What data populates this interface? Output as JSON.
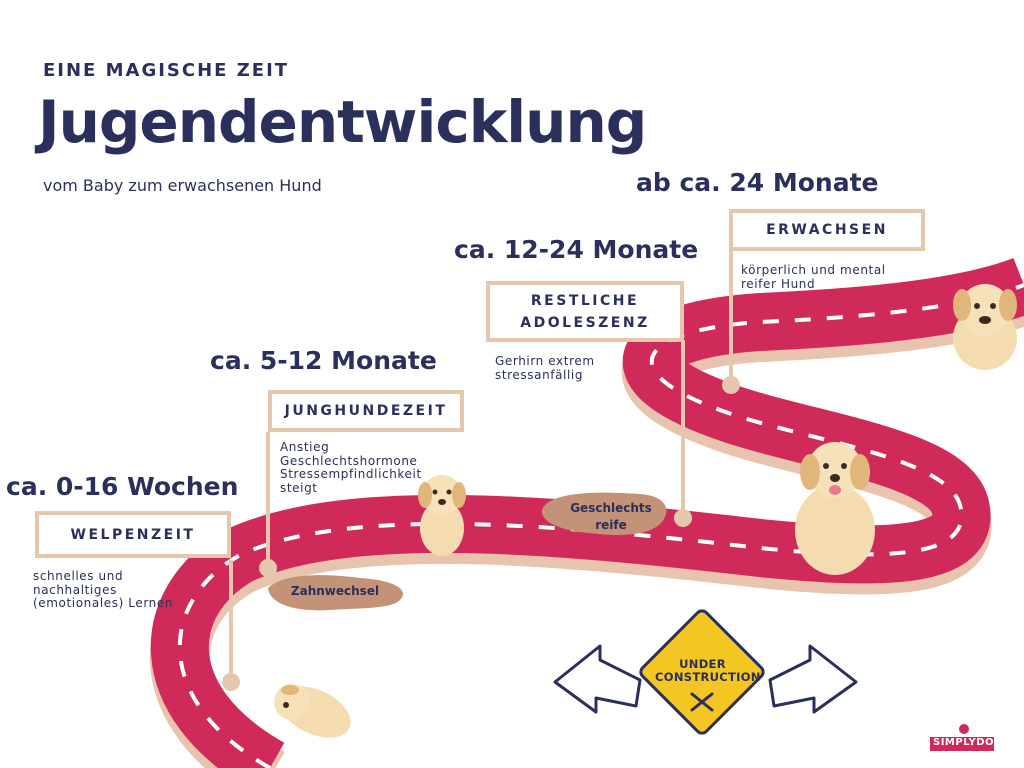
{
  "header": {
    "eyebrow": "EINE MAGISCHE ZEIT",
    "title": "Jugendentwicklung",
    "subtitle": "vom Baby zum erwachsenen Hund"
  },
  "stages": [
    {
      "age": "ca. 0-16 Wochen",
      "name": "WELPENZEIT",
      "desc": "schnelles und\nnachhaltiges\n(emotionales) Lernen"
    },
    {
      "age": "ca. 5-12 Monate",
      "name": "JUNGHUNDEZEIT",
      "desc": "Anstieg\nGeschlechtshormone\nStressempfindlichkeit\nsteigt"
    },
    {
      "age": "ca. 12-24 Monate",
      "name": "RESTLICHE\nADOLESZENZ",
      "desc": "Gerhirn extrem\nstressanfällig"
    },
    {
      "age": "ab ca. 24 Monate",
      "name": "ERWACHSEN",
      "desc": "körperlich und mental\nreifer Hund"
    }
  ],
  "milestones": {
    "teeth": "Zahnwechsel",
    "maturity": "Geschlechts\nreife"
  },
  "sign": {
    "text": "UNDER\nCONSTRUCTION"
  },
  "logo": {
    "text": "SIMPLYDOG"
  },
  "colors": {
    "navy": "#2b2f5b",
    "road": "#d02a5a",
    "road_edge": "#e8c3ae",
    "beige": "#e4c7ac",
    "puddle": "#c49277",
    "sign_yellow": "#f3c623"
  },
  "icons": [
    "puppy-on-back-icon",
    "puppy-walking-icon",
    "young-dog-sitting-icon",
    "adult-dog-icon",
    "arrow-left-icon",
    "arrow-right-icon",
    "tools-icon",
    "dog-logo-icon"
  ]
}
